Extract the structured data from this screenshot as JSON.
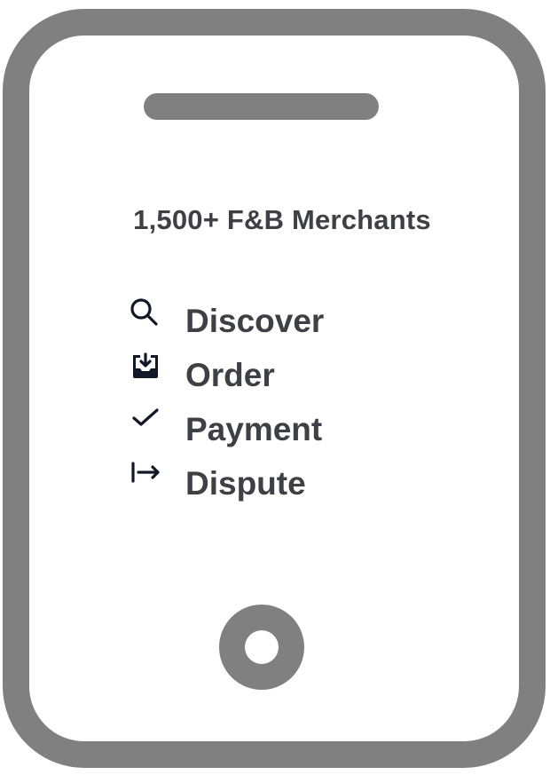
{
  "title": "1,500+ F&B Merchants",
  "features": [
    {
      "label": "Discover",
      "icon": "search-icon"
    },
    {
      "label": "Order",
      "icon": "inbox-download-icon"
    },
    {
      "label": "Payment",
      "icon": "check-icon"
    },
    {
      "label": "Dispute",
      "icon": "arrow-right-from-bar-icon"
    }
  ],
  "colors": {
    "frame": "#808080",
    "text": "#3f3f46",
    "icon": "#111827"
  }
}
